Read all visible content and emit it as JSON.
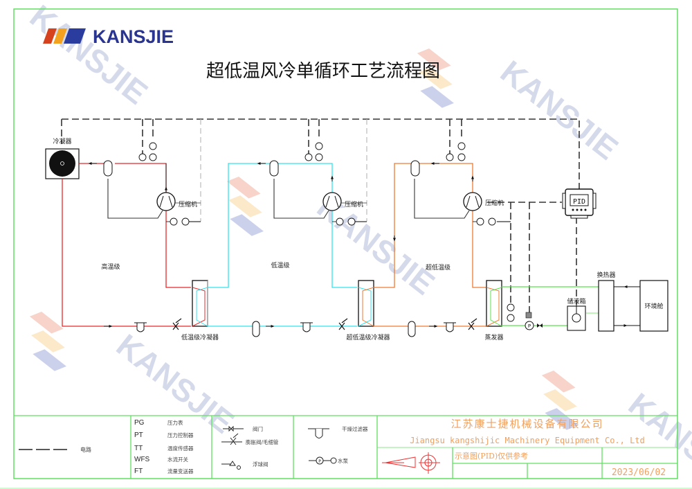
{
  "brand": {
    "name": "KANSJIE",
    "stripe_colors": [
      "#d6421e",
      "#f2a21e",
      "#2a3c9e"
    ],
    "text_color": "#2a3591",
    "watermark_text": "KANSJIE"
  },
  "title": "超低温风冷单循环工艺流程图",
  "colors": {
    "frame": "#5fe05f",
    "high_stage": "#e8282a",
    "low_stage": "#2fe3ee",
    "ultra_low_stage": "#f07a30",
    "water_loop": "#59e34a",
    "company_text": "#f0a060",
    "electric": "#333333"
  },
  "diagram": {
    "condenser_label": "冷凝器",
    "compressor_1_label": "压缩机",
    "compressor_2_label": "压缩机",
    "compressor_3_label": "压缩机",
    "stage_high": "高温级",
    "stage_low": "低温级",
    "stage_ultra_low": "超低温级",
    "hx_1_label": "低温级冷凝器",
    "hx_2_label": "超低温级冷凝器",
    "evaporator_label": "蒸发器",
    "controller_label": "PID",
    "storage_tank_label": "储液箱",
    "heat_exchanger_label": "换热器",
    "env_chamber_label": "环境舱",
    "pump_label": "P"
  },
  "legend": {
    "electric_line_label": "电路",
    "codes": [
      {
        "code": "PG",
        "desc": "压力表"
      },
      {
        "code": "PT",
        "desc": "压力控制器"
      },
      {
        "code": "TT",
        "desc": "温度传感器"
      },
      {
        "code": "WFS",
        "desc": "水流开关"
      },
      {
        "code": "FT",
        "desc": "流量变送器"
      }
    ],
    "symbols_a": [
      {
        "desc": "阀门"
      },
      {
        "desc": "膨胀阀/毛细管"
      },
      {
        "desc": "浮球阀"
      }
    ],
    "symbols_b": [
      {
        "desc": "干燥过滤器"
      },
      {
        "desc": "水泵"
      }
    ]
  },
  "title_block": {
    "company_cn": "江苏康士捷机械设备有限公司",
    "company_en": "Jiangsu kangshijic Machinery Equipment Co., Ltd",
    "note": "示意图(PID)仅供参考",
    "date": "2023/06/02"
  }
}
